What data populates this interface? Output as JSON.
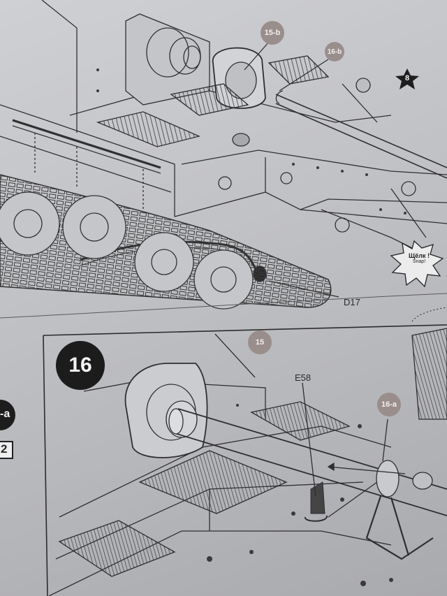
{
  "upper_figure": {
    "callouts": [
      {
        "id": "callout-15b",
        "text": "15-b"
      },
      {
        "id": "callout-16b",
        "text": "16-b"
      }
    ],
    "part_label": "D17",
    "star_marker": "8",
    "snap_text": {
      "ru": "Щёлк !",
      "en": "Snap!"
    }
  },
  "step16": {
    "number": "16",
    "callouts": [
      {
        "id": "callout-15",
        "text": "15"
      },
      {
        "id": "callout-16a",
        "text": "16-a"
      }
    ],
    "part_label": "E58"
  },
  "left_edge": {
    "fragment_top": "-a",
    "fragment_bottom": "2"
  },
  "colors": {
    "paper": "#c7c8cc",
    "ink": "#2b2b2b",
    "callout_fill": "#9a8e8c",
    "step_badge_fill": "#1c1c1c"
  }
}
